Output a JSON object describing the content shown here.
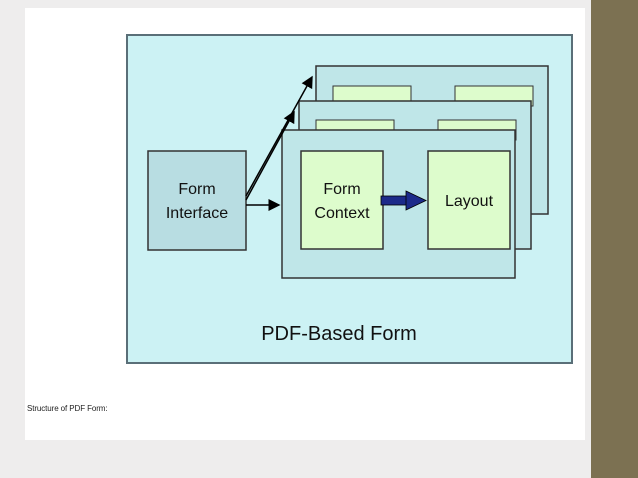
{
  "diagram": {
    "nodes": {
      "form_interface": [
        "Form",
        "Interface"
      ],
      "form_context": [
        "Form",
        "Context"
      ],
      "layout": "Layout"
    },
    "container_label": "PDF-Based Form"
  },
  "caption": "Structure of PDF Form:",
  "colors": {
    "background": "#ccf2f4",
    "stack_box": "#bfe6e8",
    "inner_box": "#ddfccc",
    "interface_box": "#b8dde2",
    "arrow_accent": "#1c2a8a",
    "side_bar": "#7c7152"
  }
}
